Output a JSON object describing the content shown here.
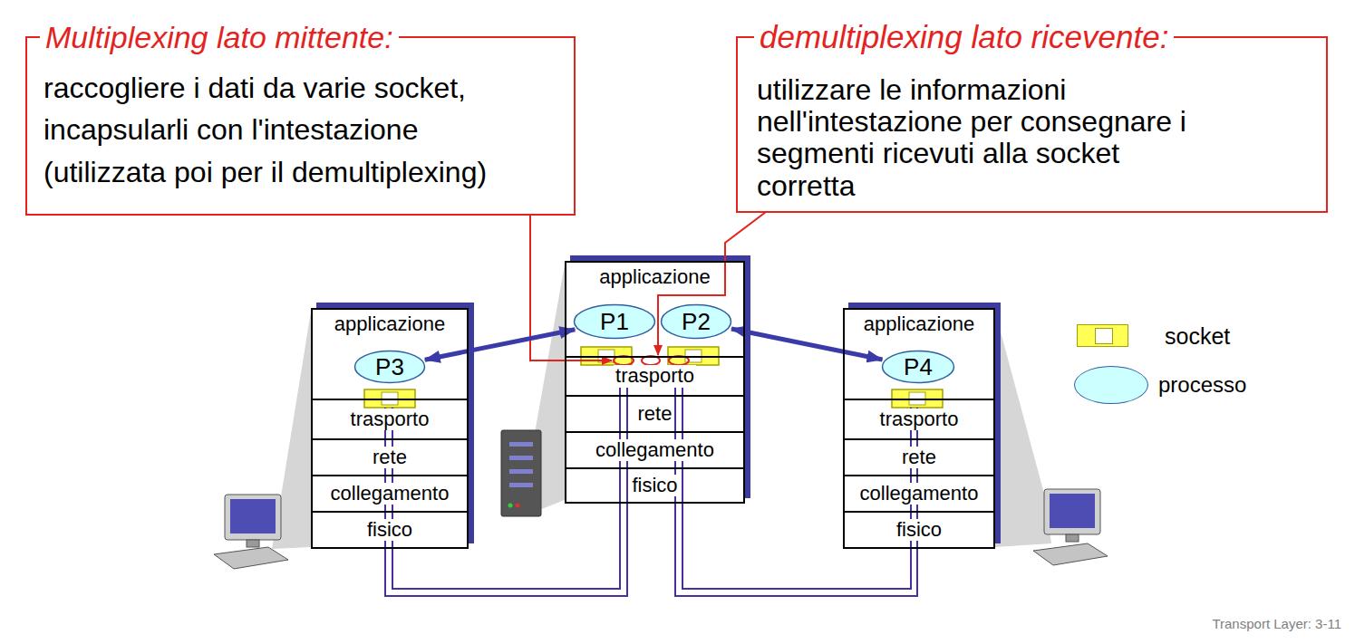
{
  "diagram": {
    "nodes": [
      {
        "text": [
          "Multiplexing lato mittente:",
          "raccogliere i dati da varie socket, incapsularli con l'intestazione (utilizzata poi per il demultiplexing)"
        ]
      },
      {
        "text": [
          "demultiplexing lato ricevente:",
          "utilizzare le informazioni nell'intestazione per consegnare i segmenti ricevuti alla socket corretta"
        ]
      },
      {
        "text": [
          "applicazione"
        ]
      },
      {
        "text": [
          "P3"
        ],
        "in": 2
      },
      {
        "text": [
          "trasporto"
        ]
      },
      {
        "text": [
          "rete"
        ]
      },
      {
        "text": [
          "collegamento"
        ]
      },
      {
        "text": [
          "fisico"
        ]
      },
      {
        "text": [
          "applicazione"
        ]
      },
      {
        "text": [
          "P1"
        ],
        "in": 8
      },
      {
        "text": [
          "P2"
        ],
        "in": 8
      },
      {
        "text": [
          "trasporto"
        ]
      },
      {
        "text": [
          "rete"
        ]
      },
      {
        "text": [
          "collegamento"
        ]
      },
      {
        "text": [
          "fisico"
        ]
      },
      {
        "text": [
          "applicazione"
        ]
      },
      {
        "text": [
          "P4"
        ],
        "in": 15
      },
      {
        "text": [
          "trasporto"
        ]
      },
      {
        "text": [
          "rete"
        ]
      },
      {
        "text": [
          "collegamento"
        ]
      },
      {
        "text": [
          "fisico"
        ]
      }
    ],
    "edges": [
      {
        "from": 9,
        "to": 3,
        "arrow": "both"
      },
      {
        "from": 10,
        "to": 16,
        "arrow": "both"
      }
    ],
    "labels": [
      "Transport Layer: 3-11"
    ],
    "legend": [
      {
        "text": "socket",
        "color": "#ffff55"
      },
      {
        "text": "processo",
        "color": "#ccffff"
      }
    ]
  }
}
